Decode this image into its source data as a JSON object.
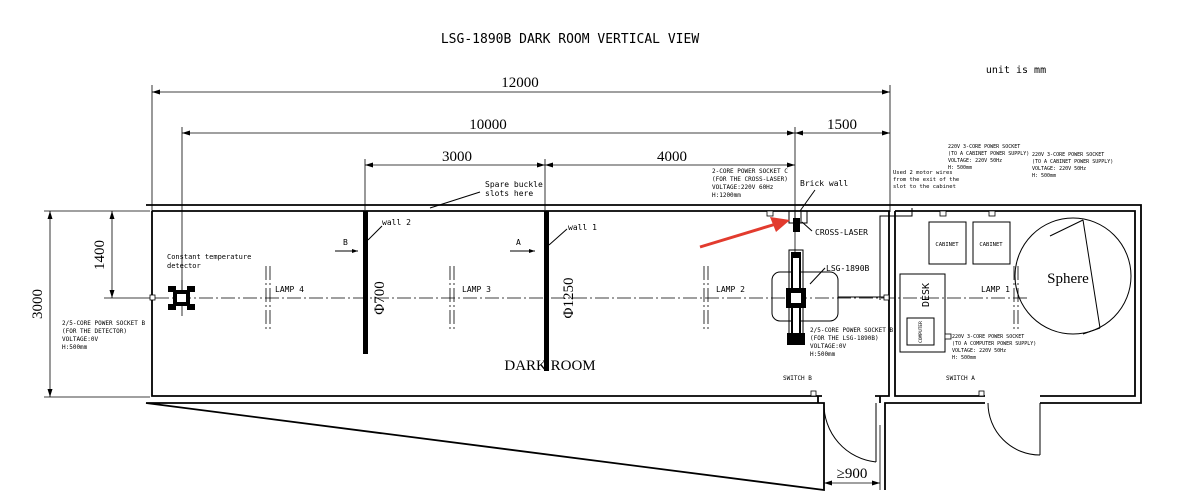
{
  "title": "LSG-1890B DARK ROOM VERTICAL VIEW",
  "unit_note": "unit is mm",
  "dimensions": {
    "total_length": "12000",
    "ten_thousand": "10000",
    "fifteen_hundred": "1500",
    "three_thousand": "3000",
    "four_thousand": "4000",
    "height_total": "3000",
    "height_partial": "1400",
    "door_width": "≥900",
    "dia_700": "Φ700",
    "dia_1250": "Φ1250"
  },
  "labels": {
    "wall2": "wall 2",
    "wall1": "wall 1",
    "marker_a": "A",
    "marker_b": "B",
    "spare_buckle": [
      "Spare buckle",
      "slots here"
    ],
    "brick_wall": "Brick wall",
    "cross_laser": "CROSS-LASER",
    "lsg": "LSG-1890B",
    "dark_room": "DARK ROOM",
    "switch_b": "SWITCH B",
    "switch_a": "SWITCH A",
    "desk": "DESK",
    "computer": "COMPUTER",
    "cabinet1": "CABINET",
    "cabinet2": "CABINET",
    "sphere": "Sphere",
    "lamp1": "LAMP 1",
    "lamp2": "LAMP 2",
    "lamp3": "LAMP 3",
    "lamp4": "LAMP 4",
    "constant_temp": [
      "Constant temperature",
      "detector"
    ],
    "socket_c": [
      "2-CORE POWER SOCKET C",
      "(FOR THE CROSS-LASER)",
      "VOLTAGE:220V 60Hz",
      "H:1200mm"
    ],
    "socket_b_left": [
      "2/5-CORE POWER SOCKET B",
      "(FOR THE DETECTOR)",
      "VOLTAGE:0V",
      "H:500mm"
    ],
    "socket_b_right": [
      "2/5-CORE POWER SOCKET B",
      "(FOR THE LSG-1890B)",
      "VOLTAGE:0V",
      "H:500mm"
    ],
    "motor_wires": [
      "Used 2 motor wires",
      "from the exit of the",
      "slot to the cabinet"
    ],
    "socket_cab1": [
      "220V 3-CORE POWER SOCKET",
      "(TO A CABINET POWER SUPPLY)",
      "VOLTAGE: 220V 50Hz",
      "H: 500mm"
    ],
    "socket_cab2": [
      "220V 3-CORE POWER SOCKET",
      "(TO A CABINET POWER SUPPLY)",
      "VOLTAGE: 220V 50Hz",
      "H: 500mm"
    ],
    "socket_comp": [
      "220V 3-CORE POWER SOCKET",
      "(TO A COMPUTER POWER SUPPLY)",
      "VOLTAGE: 220V 50Hz",
      "H: 500mm"
    ]
  },
  "colors": {
    "arrow": "#e23b2e",
    "line": "#000000"
  }
}
